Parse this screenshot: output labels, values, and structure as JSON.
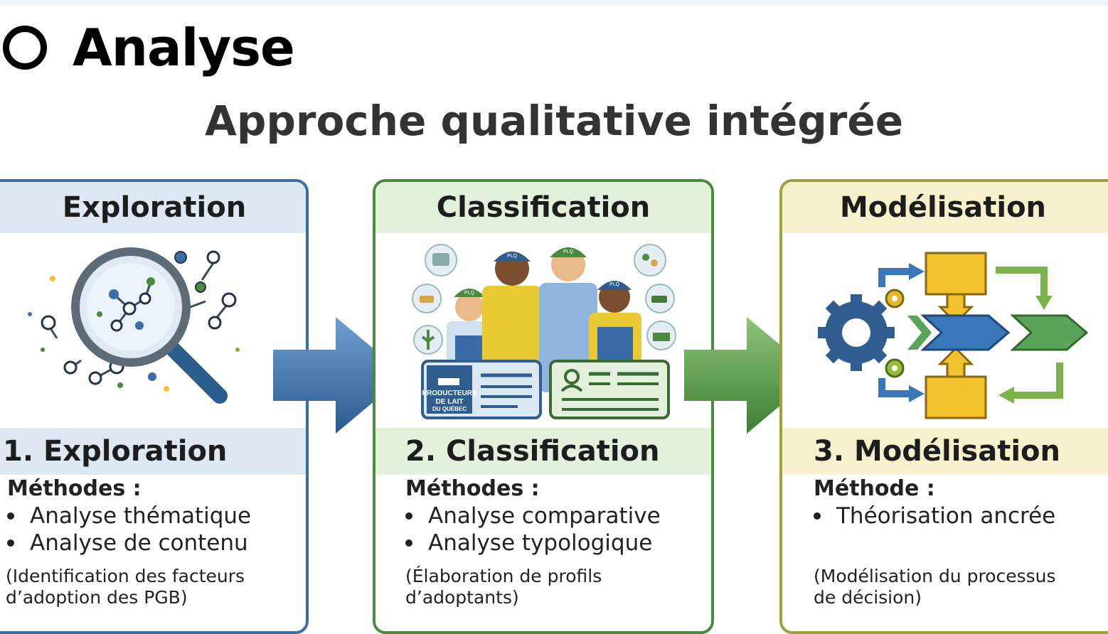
{
  "slide": {
    "title": "Analyse",
    "subtitle": "Approche qualitative intégrée"
  },
  "panels": [
    {
      "header": "Exploration",
      "step": "1. Exploration",
      "methods_label": "Méthodes :",
      "methods": [
        "Analyse thématique",
        "Analyse de contenu"
      ],
      "note_line1": "(Identification des facteurs",
      "note_line2": "d’adoption des PGB)",
      "border_color": "#3a6ea5",
      "header_bg": "#dde8f3",
      "step_bg": "#dde8f3"
    },
    {
      "header": "Classification",
      "step": "2. Classification",
      "methods_label": "Méthodes :",
      "methods": [
        "Analyse comparative",
        "Analyse typologique"
      ],
      "note_line1": "(Élaboration de profils",
      "note_line2": "d’adoptants)",
      "badge_line1": "PRODUCTEURS",
      "badge_line2": "DE LAIT",
      "badge_line3": "DU QUÉBEC",
      "cap_label": "PLQ",
      "border_color": "#4a8a3f",
      "header_bg": "#e3f0db",
      "step_bg": "#e3f0db"
    },
    {
      "header": "Modélisation",
      "step": "3. Modélisation",
      "methods_label": "Méthode :",
      "methods": [
        "Théorisation ancrée"
      ],
      "note_line1": "(Modélisation du processus",
      "note_line2": "de décision)",
      "border_color": "#9aa33a",
      "header_bg": "#f7f0cc",
      "step_bg": "#f7f0cc"
    }
  ],
  "colors": {
    "blue": "#3a6ea5",
    "green": "#4a8a3f",
    "olive": "#9aa33a",
    "yellow": "#f2c12e"
  }
}
